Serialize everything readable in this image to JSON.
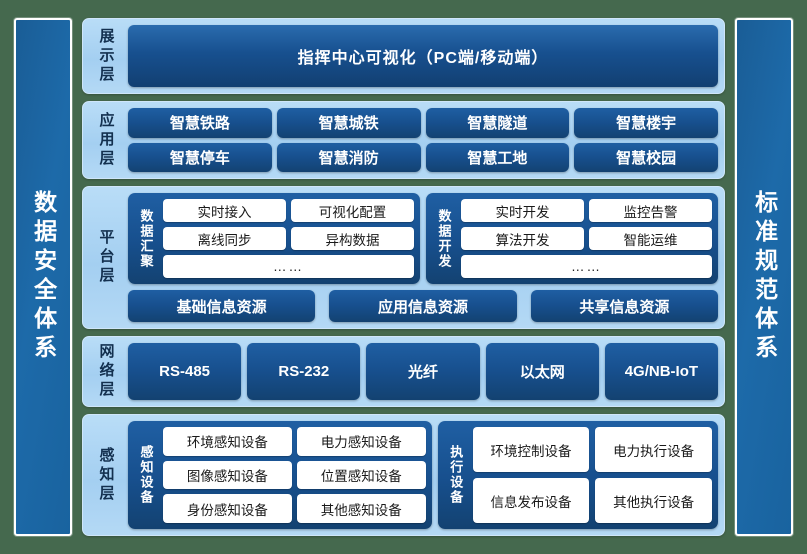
{
  "colors": {
    "canvas_background": "#45694E",
    "pillar_blue": "#1d6aa9",
    "layer_light_blue": "#a9d2f1",
    "block_navy": "#174f8d",
    "chip_white": "#ffffff"
  },
  "left_pillar": {
    "label": "数据安全体系"
  },
  "right_pillar": {
    "label": "标准规范体系"
  },
  "layers": [
    {
      "id": "display",
      "label": "展示层",
      "banner": "指挥中心可视化（PC端/移动端）"
    },
    {
      "id": "application",
      "label": "应用层",
      "items": [
        "智慧铁路",
        "智慧城铁",
        "智慧隧道",
        "智慧楼宇",
        "智慧停车",
        "智慧消防",
        "智慧工地",
        "智慧校园"
      ]
    },
    {
      "id": "platform",
      "label": "平台层",
      "modules": [
        {
          "title": "数据汇聚",
          "items": [
            "实时接入",
            "可视化配置",
            "离线同步",
            "异构数据"
          ],
          "more": "……"
        },
        {
          "title": "数据开发",
          "items": [
            "实时开发",
            "监控告警",
            "算法开发",
            "智能运维"
          ],
          "more": "……"
        }
      ],
      "resources": [
        "基础信息资源",
        "应用信息资源",
        "共享信息资源"
      ]
    },
    {
      "id": "network",
      "label": "网络层",
      "items": [
        "RS-485",
        "RS-232",
        "光纤",
        "以太网",
        "4G/NB-IoT"
      ]
    },
    {
      "id": "sensing",
      "label": "感知层",
      "modules": [
        {
          "title": "感知设备",
          "items": [
            "环境感知设备",
            "电力感知设备",
            "图像感知设备",
            "位置感知设备",
            "身份感知设备",
            "其他感知设备"
          ]
        },
        {
          "title": "执行设备",
          "items": [
            "环境控制设备",
            "电力执行设备",
            "信息发布设备",
            "其他执行设备"
          ]
        }
      ]
    }
  ]
}
